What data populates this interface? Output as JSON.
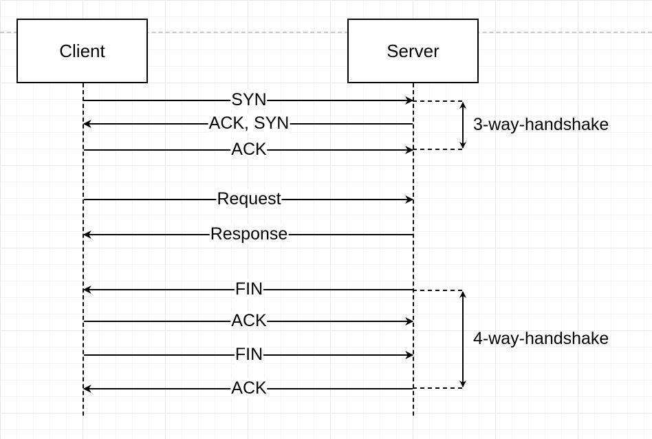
{
  "actors": {
    "client": "Client",
    "server": "Server"
  },
  "messages": [
    {
      "label": "SYN",
      "from": "client",
      "to": "server"
    },
    {
      "label": "ACK, SYN",
      "from": "server",
      "to": "client"
    },
    {
      "label": "ACK",
      "from": "client",
      "to": "server"
    },
    {
      "label": "Request",
      "from": "client",
      "to": "server"
    },
    {
      "label": "Response",
      "from": "server",
      "to": "client"
    },
    {
      "label": "FIN",
      "from": "server",
      "to": "client"
    },
    {
      "label": "ACK",
      "from": "client",
      "to": "server"
    },
    {
      "label": "FIN",
      "from": "client",
      "to": "server"
    },
    {
      "label": "ACK",
      "from": "server",
      "to": "client"
    }
  ],
  "groups": [
    {
      "label": "3-way-handshake",
      "first": 0,
      "last": 2
    },
    {
      "label": "4-way-handshake",
      "first": 5,
      "last": 8
    }
  ],
  "colors": {
    "line": "#000000",
    "grid": "#e6e6e6",
    "page_guide": "#c8c8c8"
  }
}
